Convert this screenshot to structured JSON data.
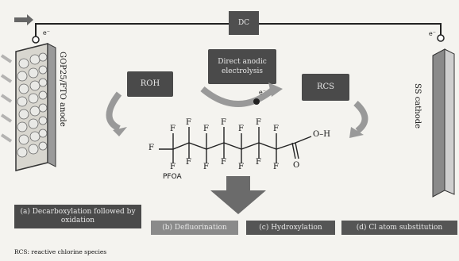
{
  "circuit": {
    "dc_label": "DC",
    "electron_left": "e⁻",
    "electron_right": "e⁻",
    "electron_center": "e⁻"
  },
  "anode": {
    "label": "GOP25/FTO anode"
  },
  "cathode": {
    "label": "SS cathode"
  },
  "reactions": {
    "left_box": "ROH",
    "center_box": "Direct anodic electrolysis",
    "right_box": "RCS"
  },
  "molecule": {
    "name": "PFOA",
    "fluorine": "F",
    "oxygen": "O",
    "hydroxyl": "O–H"
  },
  "pathways": [
    {
      "label": "(a) Decarboxylation followed by oxidation"
    },
    {
      "label": "(b) Defluorination"
    },
    {
      "label": "(c) Hydroxylation"
    },
    {
      "label": "(d) Cl atom substitution"
    }
  ],
  "footnote": "RCS: reactive chlorine species"
}
